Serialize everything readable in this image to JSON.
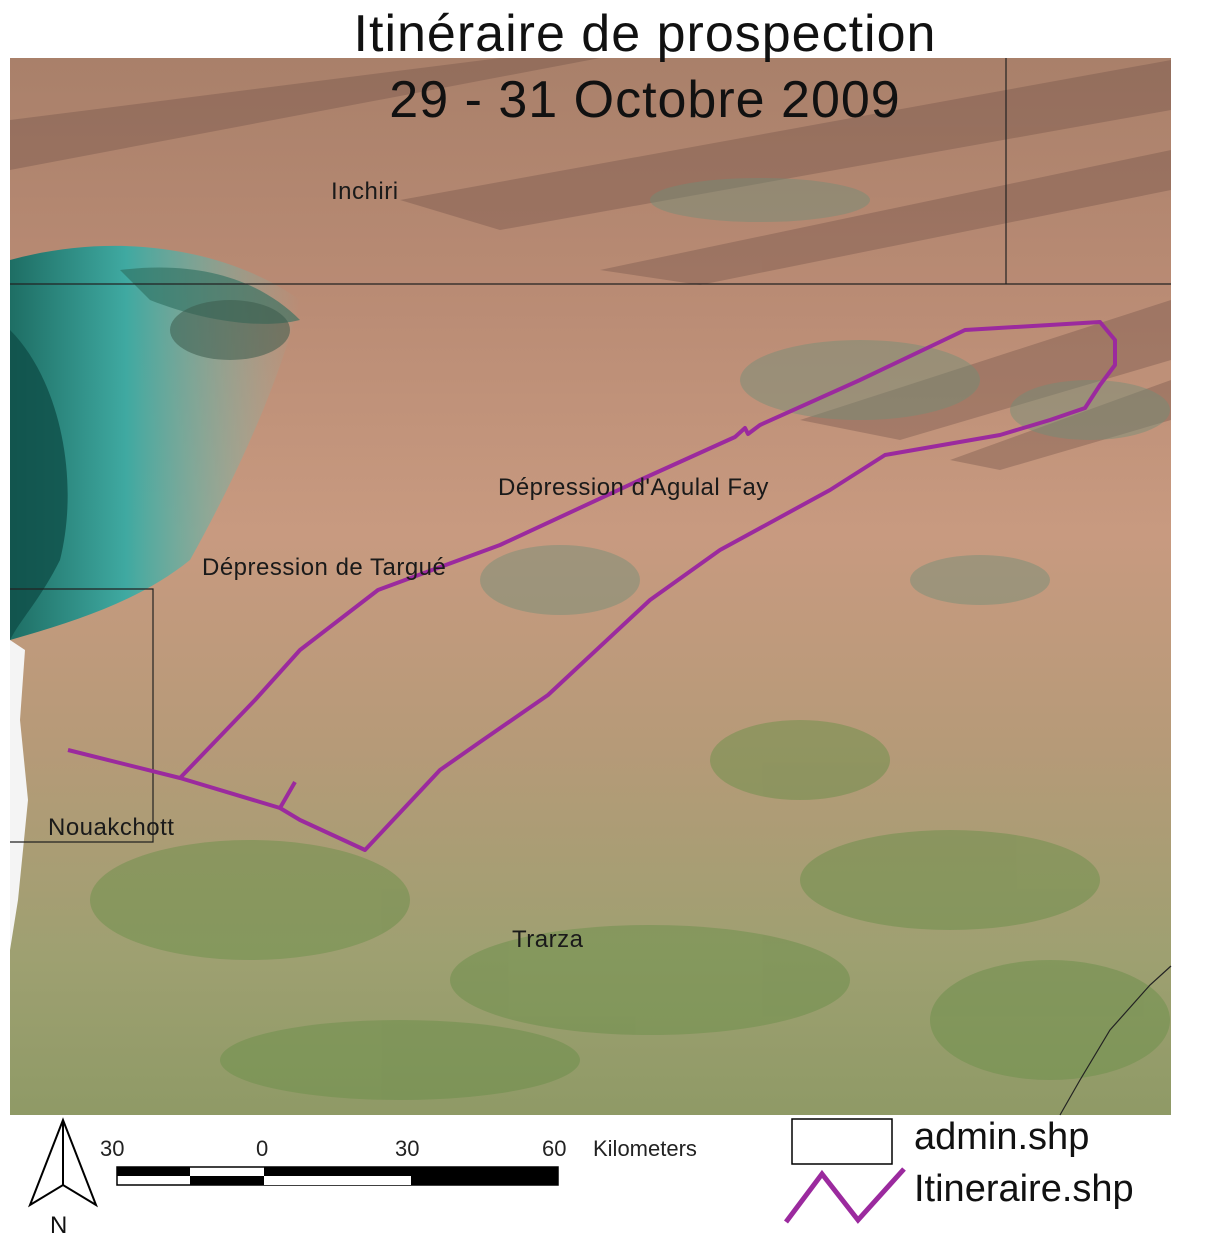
{
  "title": {
    "line1": "Itinéraire de prospection",
    "line2": "29 - 31 Octobre 2009"
  },
  "places": {
    "inchiri": "Inchiri",
    "agulal": "Dépression d'Agulal Fay",
    "targue": "Dépression de Targué",
    "nouakchott": "Nouakchott",
    "trarza": "Trarza"
  },
  "scale_bar": {
    "ticks": [
      "30",
      "0",
      "30",
      "60"
    ],
    "unit": "Kilometers"
  },
  "north_arrow": {
    "label": "N"
  },
  "legend": {
    "admin": "admin.shp",
    "itineraire": "Itineraire.shp"
  },
  "colors": {
    "route": "#9b2a9e",
    "boundary": "#222222",
    "desert": "#c9977a",
    "sea": "#3aa6a0",
    "vegetation": "#7f9a5c"
  }
}
